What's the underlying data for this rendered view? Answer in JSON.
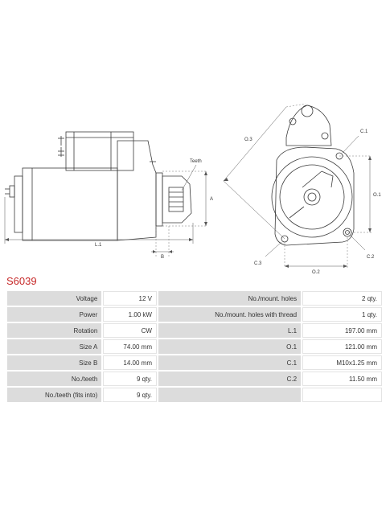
{
  "drawing": {
    "labels": {
      "teeth": "Teeth",
      "a": "A",
      "b": "B",
      "l1": "L.1",
      "o3": "O.3",
      "c1": "C.1",
      "o1": "O.1",
      "c2": "C.2",
      "c3": "C.3",
      "o2": "O.2"
    }
  },
  "model": "S6039",
  "specs": {
    "rows": [
      {
        "k1": "Voltage",
        "v1": "12 V",
        "k2": "No./mount. holes",
        "v2": "2 qty."
      },
      {
        "k1": "Power",
        "v1": "1.00 kW",
        "k2": "No./mount. holes with thread",
        "v2": "1 qty."
      },
      {
        "k1": "Rotation",
        "v1": "CW",
        "k2": "L.1",
        "v2": "197.00 mm"
      },
      {
        "k1": "Size A",
        "v1": "74.00 mm",
        "k2": "O.1",
        "v2": "121.00 mm"
      },
      {
        "k1": "Size B",
        "v1": "14.00 mm",
        "k2": "C.1",
        "v2": "M10x1.25 mm"
      },
      {
        "k1": "No./teeth",
        "v1": "9 qty.",
        "k2": "C.2",
        "v2": "11.50 mm"
      },
      {
        "k1": "No./teeth (fits into)",
        "v1": "9 qty.",
        "k2": "",
        "v2": ""
      }
    ]
  }
}
